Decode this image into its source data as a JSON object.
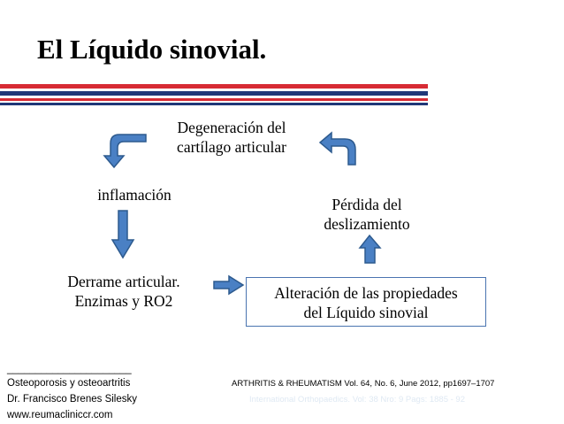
{
  "slide": {
    "title": "El Líquido sinovial.",
    "colors": {
      "red": "#d72b34",
      "navy": "#203878",
      "arrow_fill": "#4a80c4",
      "arrow_stroke": "#2d5a8e",
      "box_border": "#4a74b0"
    }
  },
  "diagram": {
    "nodes": [
      {
        "id": "degeneracion",
        "lines": [
          "Degeneración del",
          "cartílago articular"
        ]
      },
      {
        "id": "inflamacion",
        "lines": [
          "inflamación"
        ]
      },
      {
        "id": "derrame",
        "lines": [
          "Derrame articular.",
          "Enzimas y RO2"
        ]
      },
      {
        "id": "alteracion",
        "lines": [
          "Alteración de las propiedades",
          "del Líquido sinovial"
        ]
      },
      {
        "id": "perdida",
        "lines": [
          "Pérdida del",
          "deslizamiento"
        ]
      }
    ],
    "edges": [
      {
        "from": "degeneracion",
        "to": "inflamacion"
      },
      {
        "from": "inflamacion",
        "to": "derrame"
      },
      {
        "from": "derrame",
        "to": "alteracion"
      },
      {
        "from": "alteracion",
        "to": "perdida"
      },
      {
        "from": "perdida",
        "to": "degeneracion"
      }
    ]
  },
  "footer": {
    "divider": "______________________",
    "author_lines": [
      "Osteoporosis y osteoartritis",
      "Dr. Francisco Brenes Silesky",
      "www.reumacliniccr.com"
    ],
    "reference": "ARTHRITIS & RHEUMATISM Vol. 64, No. 6, June 2012, pp1697–1707",
    "watermark": "International Orthopaedics. Vol: 38 Nro: 9 Pags: 1885 - 92"
  }
}
